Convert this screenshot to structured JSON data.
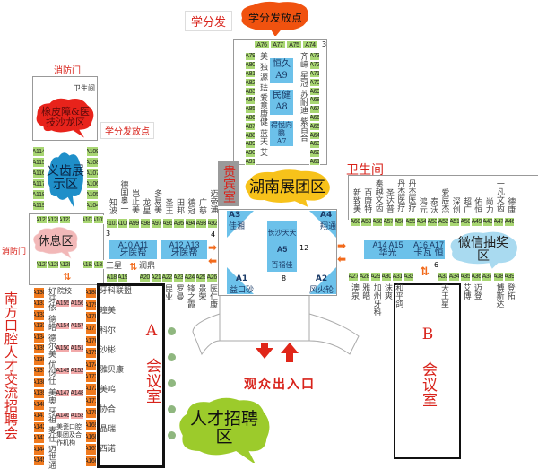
{
  "labels": {
    "fire_door_top": "消防门",
    "fire_door_left": "消防门",
    "credit_point_left": "学分发放点",
    "credit_point_top_box": "学分发",
    "restroom_small": "卫生间",
    "restroom_right": "卫生间",
    "vip_room": "贵宾室",
    "entrance": "观众出入口",
    "room_a": "A 会议室",
    "room_b": "B 会议室",
    "recruit_banner": "南方口腔人才交流招聘会",
    "college": "院校",
    "group_label": "美瓷口腔集团及合作机构",
    "num_3a": "3",
    "num_3b": "3",
    "num_4": "4",
    "num_12": "12",
    "num_8": "8",
    "num_6": "6"
  },
  "zones": [
    {
      "name": "橡皮障&医技沙龙区",
      "color": "#e8231b"
    },
    {
      "name": "义齿展示区",
      "color": "#1f8fc9"
    },
    {
      "name": "休息区",
      "color": "#f2b8b8"
    },
    {
      "name": "人才招聘区",
      "color": "#9ccb2b"
    },
    {
      "name": "湖南展团区",
      "color": "#f7c21a"
    },
    {
      "name": "学分发放点",
      "color": "#f0520f"
    },
    {
      "name": "微信抽奖区",
      "color": "#a9daf0"
    }
  ],
  "halls": [
    {
      "id": "A3",
      "name": "佳湘"
    },
    {
      "id": "A4",
      "name": "翔通"
    },
    {
      "id": "A1",
      "name": "益口砂"
    },
    {
      "id": "A2",
      "name": "风火轮"
    },
    {
      "id": "A5",
      "name": "长沙天天",
      "name2": "百福佳"
    }
  ],
  "blue_booths": [
    {
      "ids": "A10  A11",
      "name": "牙医帮"
    },
    {
      "ids": "A12  A13",
      "name": "牙医帮"
    },
    {
      "ids": "A14  A15",
      "name": "华光"
    },
    {
      "ids": "A16  A17",
      "name": "卡瓦 恒"
    },
    {
      "ids": "A9",
      "name": "恒久"
    },
    {
      "ids": "A8",
      "name": "民健"
    },
    {
      "ids": "A7",
      "name": "得悦向鹏"
    }
  ],
  "rows": {
    "top_a101": {
      "ids": [
        "A101",
        "A100",
        "A99",
        "A98",
        "A97",
        "A96",
        "A95",
        "A94",
        "A93",
        "A92"
      ],
      "names": [
        "知波",
        "德国奥一",
        "岂止美",
        "龙星",
        "多易美",
        "圣王",
        "田邦",
        "德冠",
        "广慈",
        "迈帝浦"
      ]
    },
    "row_a18": {
      "ids": [
        "A18",
        "A19",
        "A20",
        "A21",
        "A22",
        "A23",
        "A24",
        "A25",
        "A26"
      ],
      "names": [
        "三星",
        "",
        "润鼎",
        "",
        "昆业",
        "罗曼",
        "锋之霞",
        "景荣",
        "医仁康"
      ]
    },
    "top_a60": {
      "ids": [
        "A60",
        "A59",
        "A58",
        "A57",
        "A56",
        "A55",
        "A54",
        "A53",
        "A52",
        "A51",
        "A50",
        "A49",
        "A48",
        "A47",
        "A46"
      ],
      "names": [
        "新致美",
        "百康特",
        "奉越文齿",
        "圣达普",
        "丹杰医疗",
        "丹杰医疗",
        "鸿元",
        "泰沃",
        "爱辰杰",
        "深创",
        "超广",
        "佑恒",
        "尚力",
        "一凡文齿",
        "德康"
      ]
    },
    "row_a27": {
      "ids": [
        "A27",
        "A28",
        "A29",
        "A30",
        "A31",
        "A32"
      ],
      "names": [
        "澳泉",
        "雅皓",
        "加州牙科",
        "沫爽",
        "和平鸽",
        ""
      ]
    },
    "row_a33": {
      "ids": [
        "A33",
        "A34",
        "A35",
        "A36",
        "A37",
        "A38",
        "A39"
      ],
      "names": [
        "天王星",
        "",
        "艾博",
        "迈登",
        "",
        "博斯达",
        "登拓"
      ]
    },
    "top_a76": {
      "ids": [
        "A76",
        "A77",
        "A75",
        "A74"
      ]
    },
    "col_a79": {
      "ids": [
        "A79",
        "A80",
        "A81",
        "A82",
        "A83",
        "A84",
        "A85",
        "A86",
        "A87",
        "A88",
        "A89",
        "A90",
        "A91"
      ],
      "names": [
        "美",
        "独",
        "源",
        "珐",
        "爱意康健",
        "",
        "蓝天",
        "",
        "艾"
      ]
    },
    "col_a73": {
      "ids": [
        "A73",
        "A72",
        "A71",
        "A70",
        "A69",
        "A68",
        "A67",
        "A66",
        "A65",
        "A64",
        "A63",
        "A62",
        "A61"
      ],
      "names": [
        "齐崃",
        "",
        "星冠",
        "",
        "苏耐迪",
        "",
        "紫百合"
      ]
    },
    "col_a114": {
      "ids": [
        "A114",
        "A115",
        "A116",
        "A117",
        "A118",
        "A119"
      ]
    },
    "col_a109": {
      "ids": [
        "A109",
        "A108",
        "A107",
        "A106",
        "A105",
        "A104"
      ]
    },
    "rest_left": {
      "ids": [
        "A121",
        "A120",
        "A122",
        "A127",
        "A129",
        "A128"
      ]
    },
    "rest_right": {
      "ids": [
        "A103",
        "A102",
        "A182",
        "A181"
      ]
    },
    "col_a130": {
      "ids": [
        "A130",
        "A131",
        "A132",
        "A133",
        "A134",
        "A135",
        "A136",
        "A137",
        "A138",
        "A139",
        "A140",
        "A141",
        "A142",
        "A143",
        "A144",
        "A145"
      ],
      "names": [
        "好牙依",
        "德皓",
        "德尔美",
        "优伢仕",
        "美奥",
        "牙祖",
        "麦仕",
        "迈世通"
      ]
    },
    "col_a180": {
      "ids": [
        "A180",
        "A179",
        "A178",
        "A177",
        "A176",
        "A175",
        "A174",
        "A173",
        "A172",
        "A171",
        "A170",
        "A169",
        "A168",
        "A167",
        "A166"
      ],
      "names": [
        "牙科联盟",
        "瞳美",
        "科尔",
        "沙彬",
        "雅贝康",
        "美鸣",
        "协合",
        "晶瑞",
        "西诺"
      ]
    },
    "pink": {
      "ids": [
        "A155",
        "A156",
        "A154",
        "A157",
        "A150",
        "A151",
        "A149",
        "A152",
        "A147",
        "A148",
        "A146",
        "A153"
      ]
    }
  }
}
